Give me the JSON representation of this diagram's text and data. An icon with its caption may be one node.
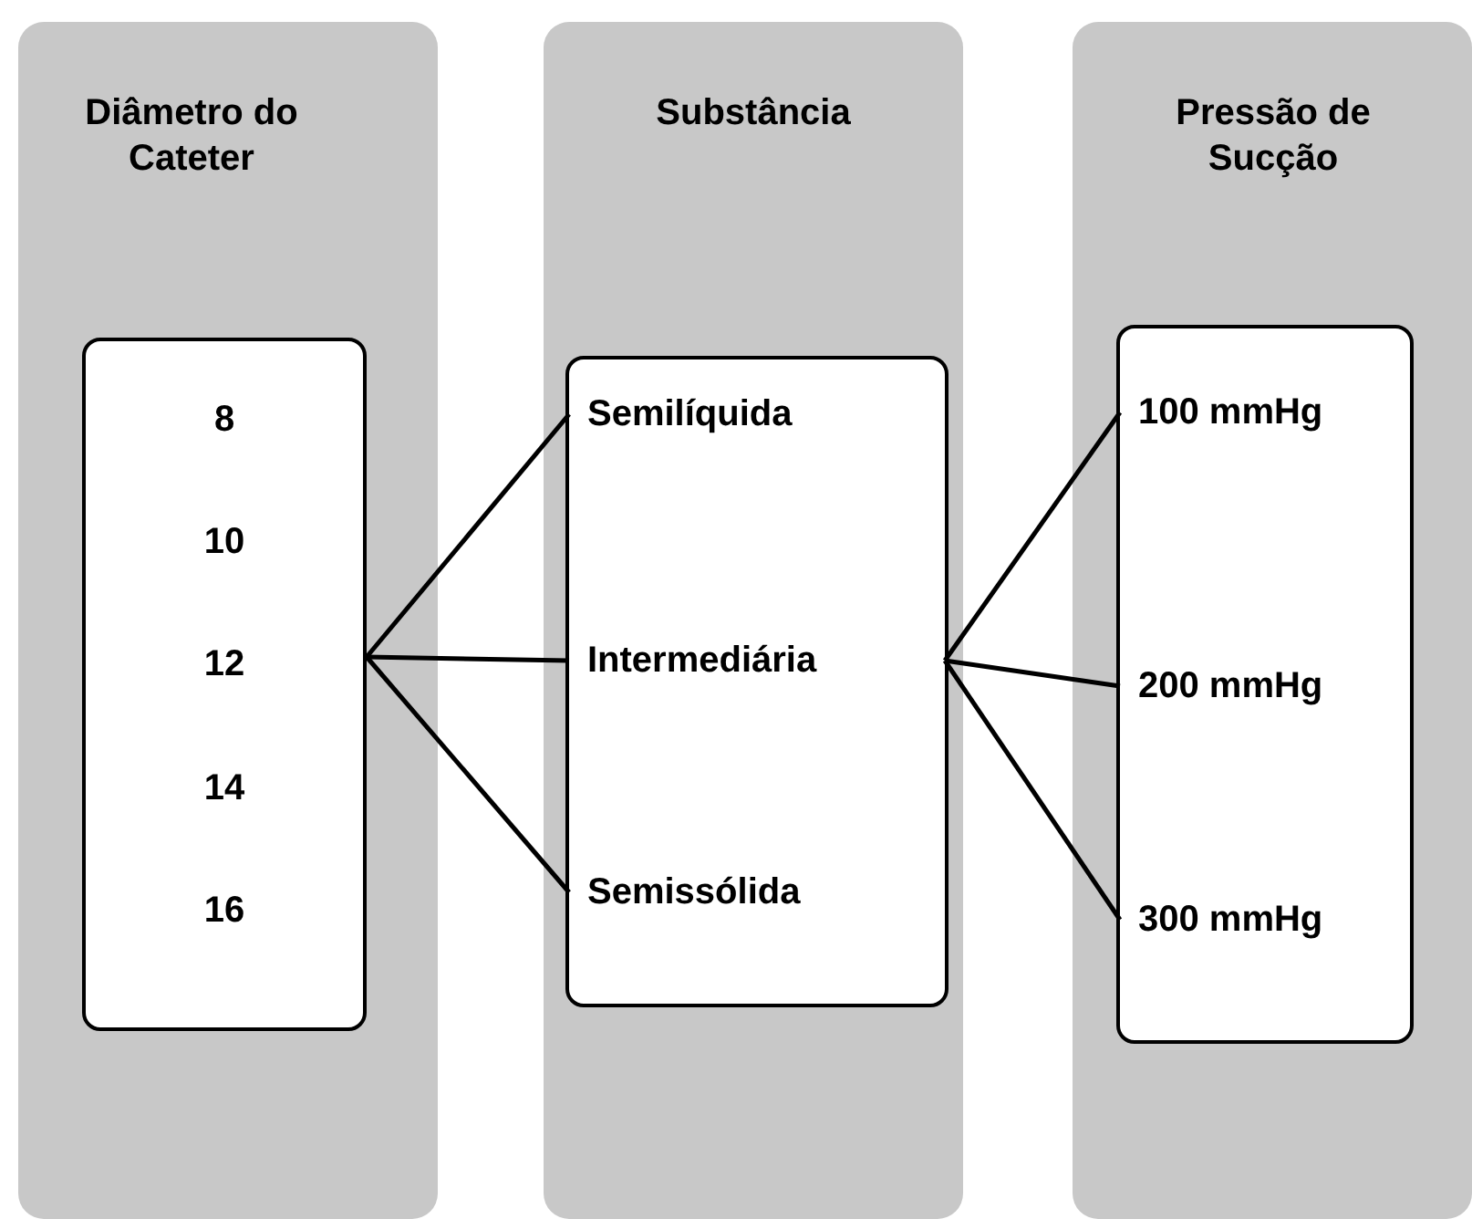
{
  "diagram": {
    "nodes": [
      {
        "text": [
          "Diâmetro do Cateter"
        ]
      },
      {
        "text": [
          "8",
          "10",
          "12",
          "14",
          "16"
        ],
        "in": 0
      },
      {
        "text": [
          "Substância"
        ]
      },
      {
        "text": [],
        "shape": "box",
        "in": 2
      },
      {
        "text": [
          "Semilíquida"
        ],
        "in": 3
      },
      {
        "text": [
          "Intermediária"
        ],
        "in": 3
      },
      {
        "text": [
          "Semissólida"
        ],
        "in": 3
      },
      {
        "text": [
          "Pressão de Sucção"
        ]
      },
      {
        "text": [],
        "shape": "box",
        "in": 7
      },
      {
        "text": [
          "100 mmHg"
        ],
        "in": 8
      },
      {
        "text": [
          "200 mmHg"
        ],
        "in": 8
      },
      {
        "text": [
          "300 mmHg"
        ],
        "in": 8
      }
    ],
    "edges": [
      {
        "from": 1,
        "to": 4,
        "arrow": "none"
      },
      {
        "from": 1,
        "to": 5,
        "arrow": "none"
      },
      {
        "from": 1,
        "to": 6,
        "arrow": "none"
      },
      {
        "from": 5,
        "to": 9,
        "arrow": "none"
      },
      {
        "from": 5,
        "to": 10,
        "arrow": "none"
      },
      {
        "from": 5,
        "to": 11,
        "arrow": "none"
      }
    ]
  }
}
